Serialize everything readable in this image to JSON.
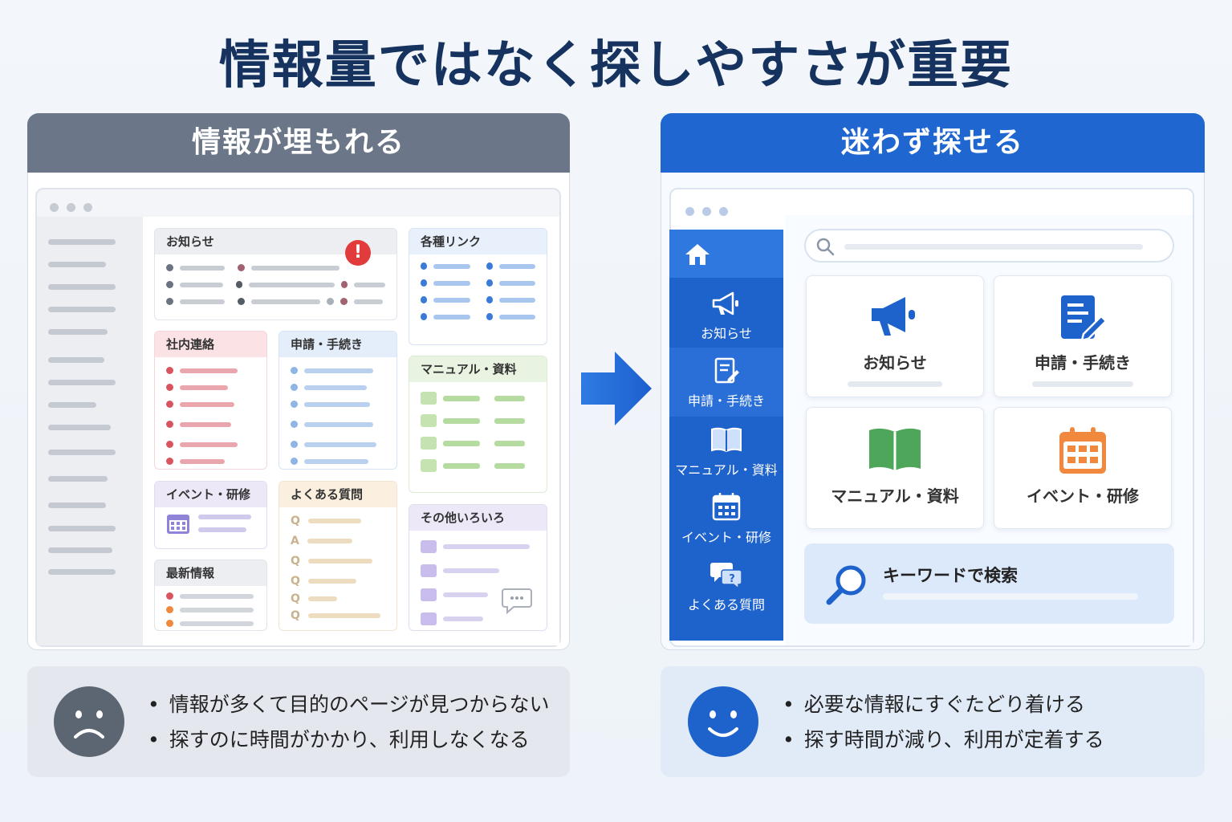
{
  "title": "情報量ではなく探しやすさが重要",
  "left": {
    "header": "情報が埋もれる",
    "cards": {
      "notice": "お知らせ",
      "links": "各種リンク",
      "internal": "社内連絡",
      "apply": "申請・手続き",
      "manual": "マニュアル・資料",
      "event": "イベント・研修",
      "faq": "よくある質問",
      "latest": "最新情報",
      "other": "その他いろいろ"
    },
    "faq_marks": [
      "Q",
      "A",
      "Q",
      "Q",
      "Q",
      "Q"
    ],
    "alert_mark": "!",
    "notes": [
      "情報が多くて目的のページが見つからない",
      "探すのに時間がかかり、利用しなくなる"
    ],
    "bullet": "•"
  },
  "right": {
    "header": "迷わず探せる",
    "sidebar": [
      "お知らせ",
      "申請・手続き",
      "マニュアル・資料",
      "イベント・研修",
      "よくある質問"
    ],
    "tiles": [
      "お知らせ",
      "申請・手続き",
      "マニュアル・資料",
      "イベント・研修"
    ],
    "keyword": "キーワードで検索",
    "notes": [
      "必要な情報にすぐたどり着ける",
      "探す時間が減り、利用が定着する"
    ],
    "bullet": "•"
  },
  "colors": {
    "left_header": "#6b7788",
    "right_header": "#1f66d1",
    "title": "#16335f",
    "accent_blue": "#1e62cc",
    "alert_red": "#e23b3b",
    "manual_green": "#4ea65a",
    "event_orange": "#f0883e"
  }
}
